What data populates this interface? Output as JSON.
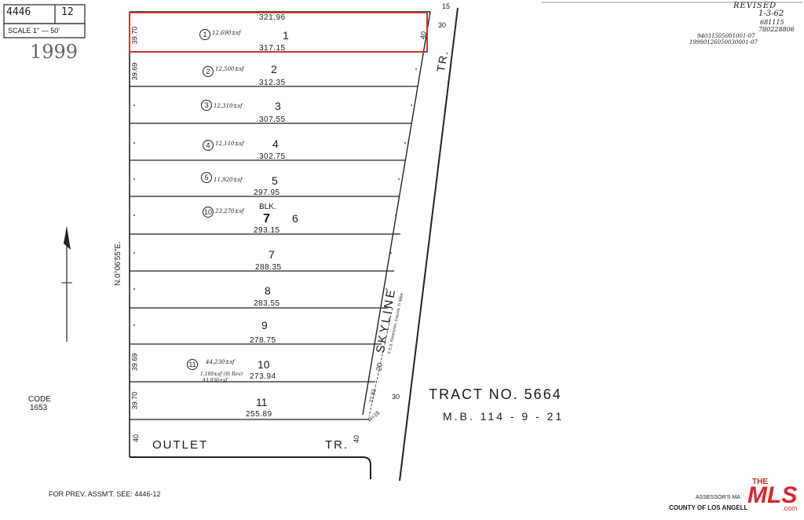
{
  "header": {
    "map_book": "4446",
    "map_page": "12",
    "scale": "SCALE 1\" — 50'",
    "year": "1999"
  },
  "revision": {
    "label": "REVISED",
    "date": "1-3-62",
    "notes": [
      "681115",
      "780228806"
    ],
    "parcel_refs": [
      "94031505001001-07",
      "19990126050030001-07"
    ]
  },
  "tract": {
    "title": "TRACT NO. 5664",
    "map_ref": "M.B. 114 - 9 - 21"
  },
  "streets": {
    "outlet": "OUTLET",
    "outlet_suffix": "TR.",
    "skyline": "SKYLINE",
    "skyline_suffix": "TR."
  },
  "bearing": "N.0°06'55\"E.",
  "code": {
    "label": "CODE",
    "value": "1653"
  },
  "footer": {
    "prev": "FOR PREV. ASSM'T. SEE: 4446-12",
    "assessor": "ASSESSOR'S MA",
    "county": "COUNTY OF LOS ANGELL"
  },
  "logo": {
    "the": "THE",
    "mls": "MLS",
    "com": ".com"
  },
  "block": {
    "label": "BLK.",
    "num": "7"
  },
  "top_dim": "321.96",
  "side_dims": {
    "right_top": "40",
    "top_right": "30",
    "top_corner": "15",
    "outlet_left": "40",
    "outlet_right": "40",
    "skyline_30": "30",
    "skyline_20": "20",
    "radius": "R=15"
  },
  "easement": "5' E.S. Restriction, Eascmt. Tr 5664",
  "curve_dim": "77.82",
  "left_dims": [
    "39.70",
    "39.69",
    "39.69",
    "39.70"
  ],
  "lots": [
    {
      "num": "1",
      "parcel": "1",
      "area": "12,690±sf",
      "bottom": "317.15"
    },
    {
      "num": "2",
      "parcel": "2",
      "area": "12,500±sf",
      "bottom": "312.35"
    },
    {
      "num": "3",
      "parcel": "3",
      "area": "12,310±sf",
      "bottom": "307.55"
    },
    {
      "num": "4",
      "parcel": "4",
      "area": "12,110±sf",
      "bottom": "302.75"
    },
    {
      "num": "5",
      "parcel": "5",
      "area": "11,920±sf",
      "bottom": "297.95"
    },
    {
      "num": "6",
      "parcel": "10",
      "area": "23,270±sf",
      "bottom": "293.15"
    },
    {
      "num": "7",
      "parcel": "",
      "area": "",
      "bottom": "288.35"
    },
    {
      "num": "8",
      "parcel": "",
      "area": "",
      "bottom": "283.55"
    },
    {
      "num": "9",
      "parcel": "",
      "area": "",
      "bottom": "278.75"
    },
    {
      "num": "10",
      "parcel": "11",
      "area": "44,230±sf",
      "bottom": "273.94"
    },
    {
      "num": "11",
      "parcel": "",
      "area": "",
      "bottom": "255.89"
    }
  ],
  "lot10_extra": [
    "1,180±sf (St Rev)",
    "43,050±sf"
  ],
  "colors": {
    "highlight": "#c0392b",
    "ink": "#1a1a1a",
    "mls_red": "#d8262c"
  },
  "icons": {
    "north": "north-arrow-icon"
  }
}
